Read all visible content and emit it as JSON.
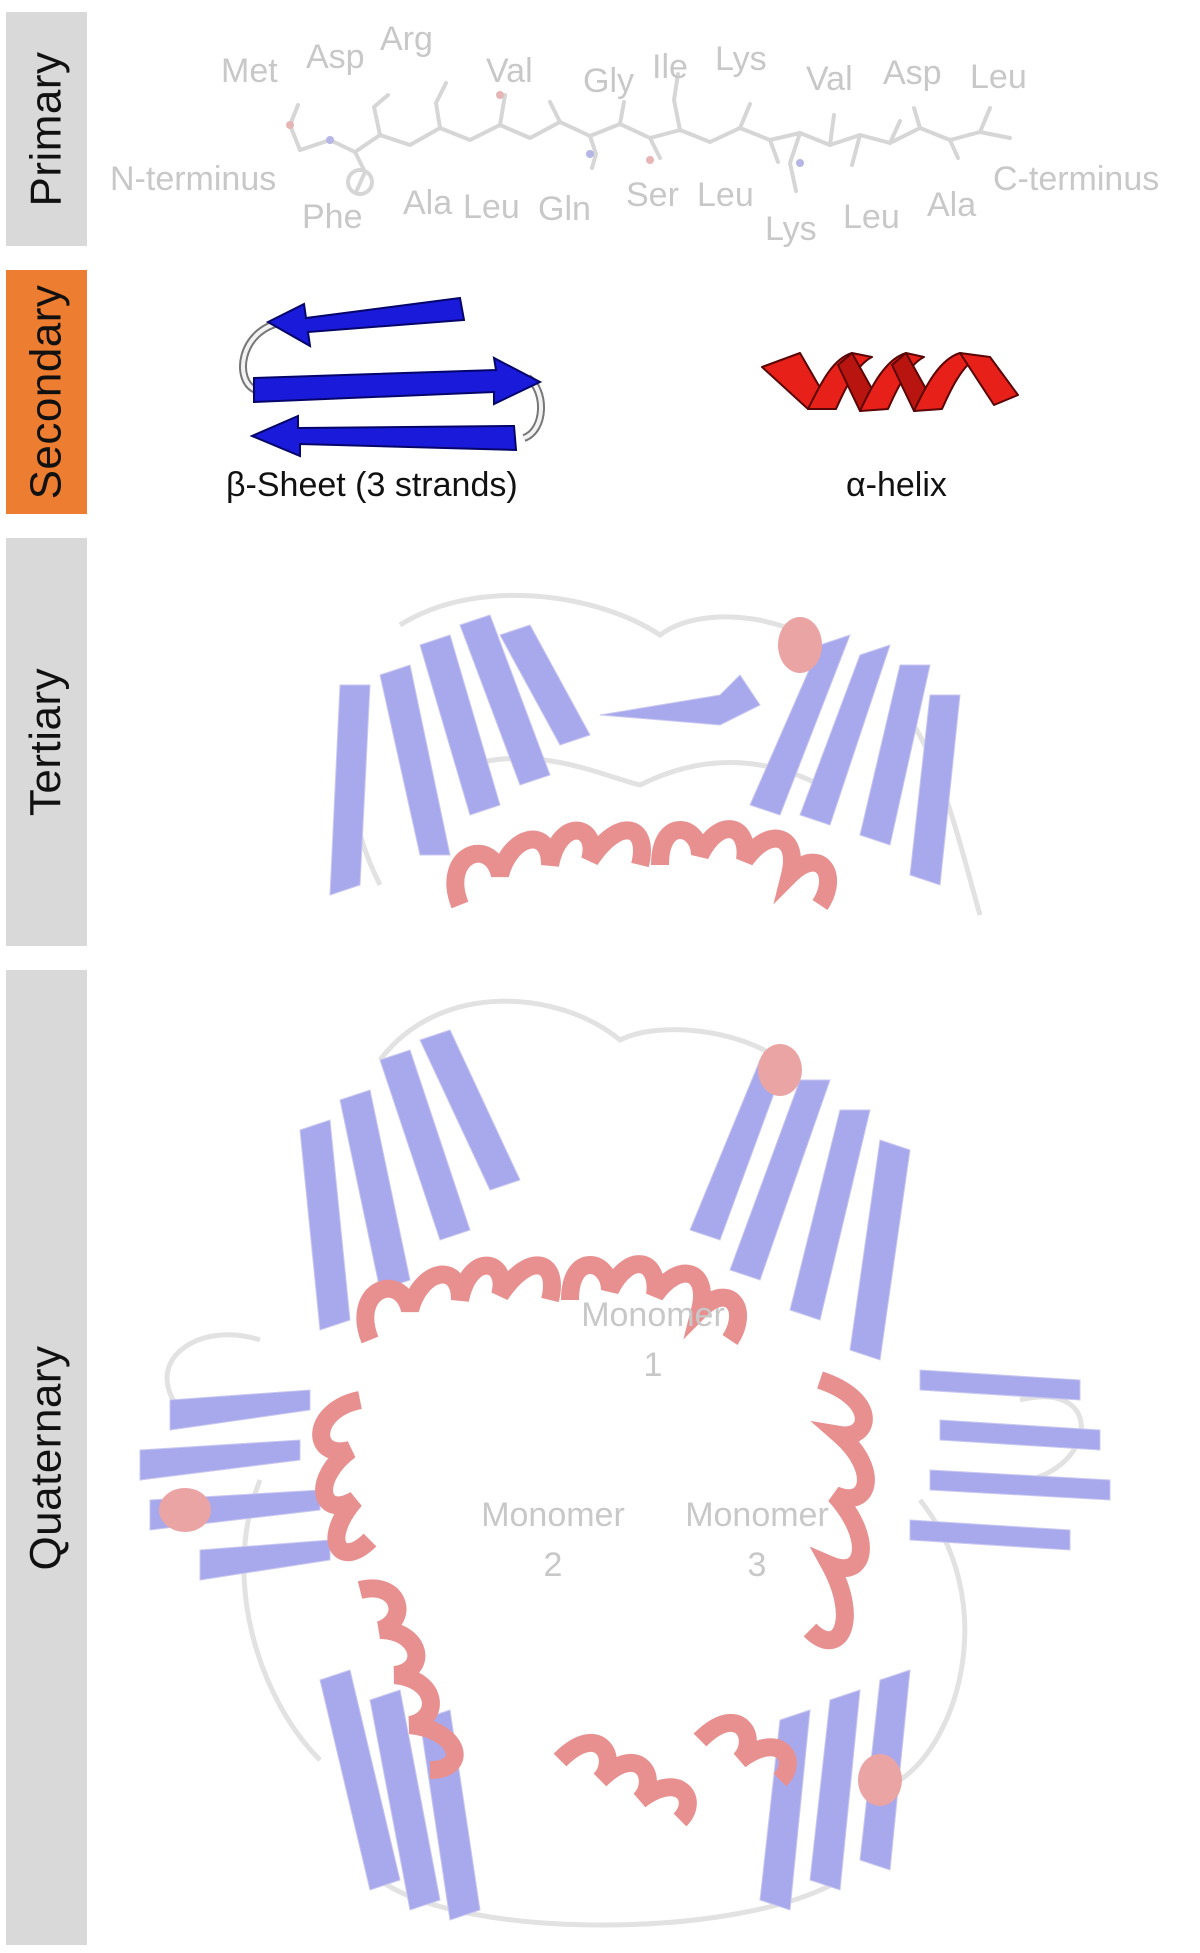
{
  "levels": {
    "primary": "Primary",
    "secondary": "Secondary",
    "tertiary": "Tertiary",
    "quaternary": "Quaternary",
    "active_level": "secondary"
  },
  "primary": {
    "n_terminus": "N-terminus",
    "c_terminus": "C-terminus",
    "residues_top": [
      "Met",
      "Asp",
      "Arg",
      "Val",
      "Gly",
      "Ile",
      "Lys",
      "Val",
      "Asp",
      "Leu"
    ],
    "residues_bottom": [
      "Phe",
      "Ala",
      "Leu",
      "Gln",
      "Ser",
      "Leu",
      "Lys",
      "Leu",
      "Ala"
    ]
  },
  "secondary": {
    "sheet_label": "β-Sheet (3 strands)",
    "helix_label": "α-helix"
  },
  "quaternary": {
    "monomer1": [
      "Monomer",
      "1"
    ],
    "monomer2": [
      "Monomer",
      "2"
    ],
    "monomer3": [
      "Monomer",
      "3"
    ]
  },
  "colors": {
    "tab_gray": "#d9d9d9",
    "tab_active": "#ed7d31",
    "strand_blue": "#1a1adb",
    "helix_red": "#e8201a",
    "faded_strand": "#9d9de8",
    "faded_helix": "#e89090",
    "faded_text": "#c8c8c8"
  }
}
